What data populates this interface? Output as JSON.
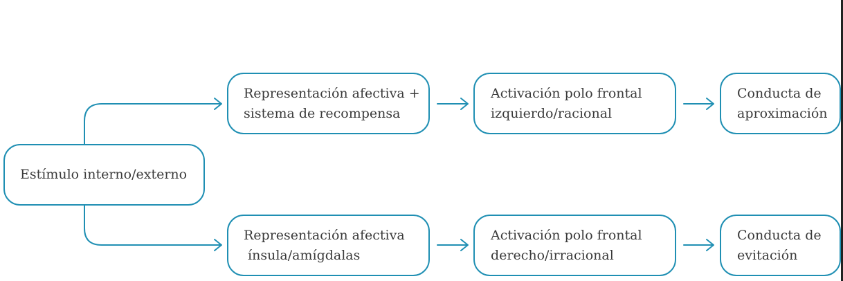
{
  "colors": {
    "accent": "#1f8fb3",
    "text": "#3a3a3a"
  },
  "nodes": {
    "stimulus": {
      "line1": "Estímulo interno/externo"
    },
    "top_representation": {
      "line1": "Representación afectiva +",
      "line2": "sistema de recompensa"
    },
    "top_activation": {
      "line1": "Activación polo frontal",
      "line2": "izquierdo/racional"
    },
    "top_conduct": {
      "line1": "Conducta de",
      "line2": "aproximación"
    },
    "bottom_representation": {
      "line1": "Representación afectiva",
      "line2": " ínsula/amígdalas"
    },
    "bottom_activation": {
      "line1": "Activación polo frontal",
      "line2": "derecho/irracional"
    },
    "bottom_conduct": {
      "line1": "Conducta de",
      "line2": "evitación"
    }
  }
}
